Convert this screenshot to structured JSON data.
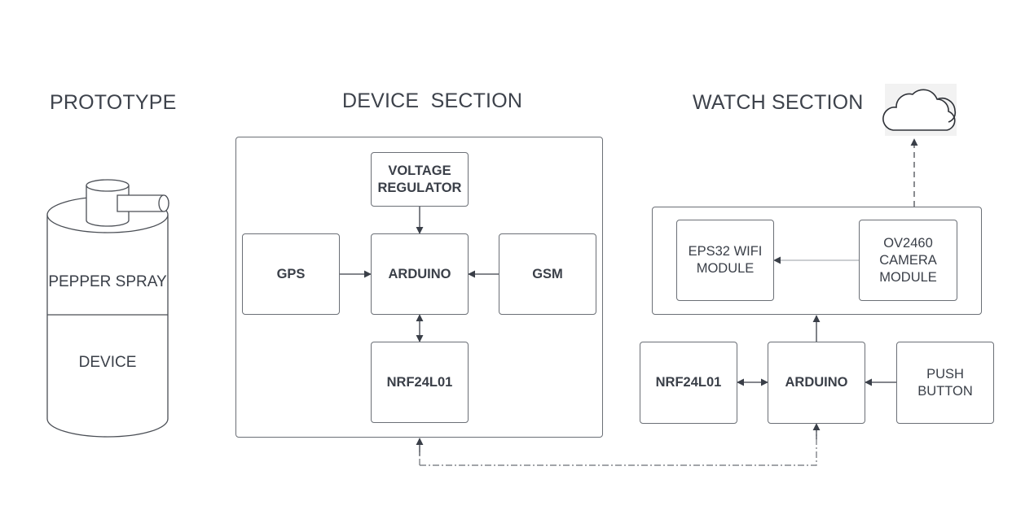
{
  "titles": {
    "prototype": "PROTOTYPE",
    "device_section": "DEVICE  SECTION",
    "watch_section": "WATCH SECTION"
  },
  "prototype": {
    "upper_label": "PEPPER SPRAY",
    "lower_label": "DEVICE"
  },
  "device_section": {
    "voltage_regulator": "VOLTAGE\nREGULATOR",
    "gps": "GPS",
    "arduino": "ARDUINO",
    "gsm": "GSM",
    "nrf": "NRF24L01"
  },
  "watch_section": {
    "wifi_module": "EPS32 WIFI\nMODULE",
    "camera_module": "OV2460\nCAMERA\nMODULE",
    "nrf": "NRF24L01",
    "arduino": "ARDUINO",
    "push_button": "PUSH\nBUTTON"
  },
  "icons": {
    "cloud": "cloud-icon"
  }
}
